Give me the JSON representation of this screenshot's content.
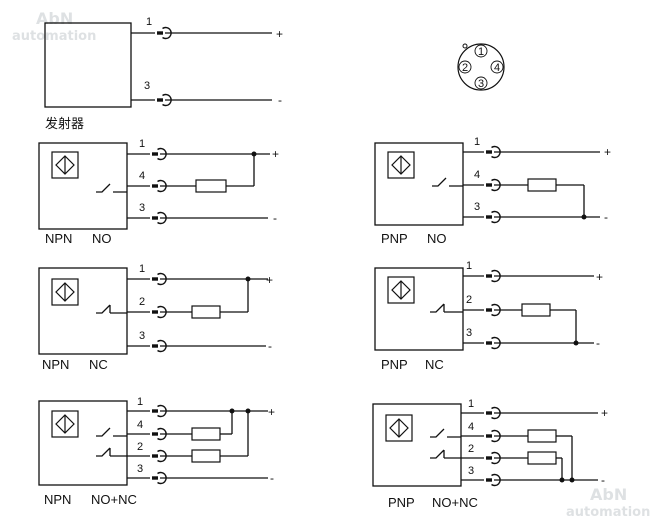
{
  "watermark": {
    "brand": "AbN",
    "sub": "automation"
  },
  "connector": {
    "pins": [
      "1",
      "2",
      "4",
      "3"
    ]
  },
  "emitter": {
    "label": "发射器",
    "pins": [
      "1",
      "3"
    ],
    "signs": [
      "+",
      "-"
    ]
  },
  "diagrams": {
    "npn_no": {
      "type": "NPN",
      "mode": "NO",
      "pins": [
        "1",
        "4",
        "3"
      ],
      "signs": [
        "+",
        "-"
      ]
    },
    "pnp_no": {
      "type": "PNP",
      "mode": "NO",
      "pins": [
        "1",
        "4",
        "3"
      ],
      "signs": [
        "+",
        "-"
      ]
    },
    "npn_nc": {
      "type": "NPN",
      "mode": "NC",
      "pins": [
        "1",
        "2",
        "3"
      ],
      "signs": [
        "+",
        "-"
      ]
    },
    "pnp_nc": {
      "type": "PNP",
      "mode": "NC",
      "pins": [
        "1",
        "2",
        "3"
      ],
      "signs": [
        "+",
        "-"
      ]
    },
    "npn_nonc": {
      "type": "NPN",
      "mode": "NO+NC",
      "pins": [
        "1",
        "4",
        "2",
        "3"
      ],
      "signs": [
        "+",
        "-"
      ]
    },
    "pnp_nonc": {
      "type": "PNP",
      "mode": "NO+NC",
      "pins": [
        "1",
        "4",
        "2",
        "3"
      ],
      "signs": [
        "+",
        "-"
      ]
    }
  }
}
